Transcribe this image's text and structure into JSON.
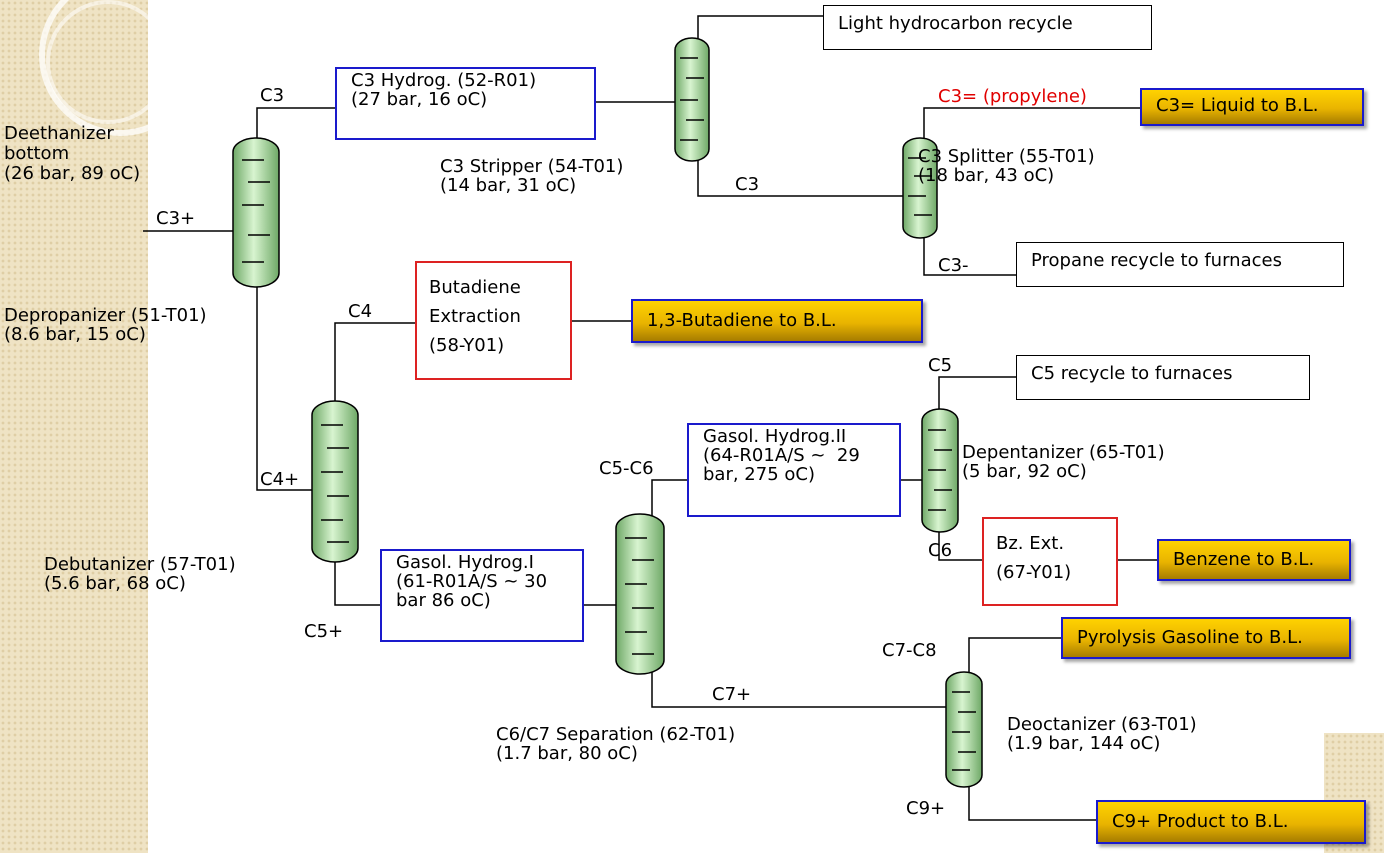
{
  "feed": {
    "name_line1": "Deethanizer",
    "name_line2": "bottom",
    "conditions": "(26 bar, 89 oC)",
    "stream": "C3+"
  },
  "columns": {
    "depropanizer": {
      "name": "Depropanizer (51-T01)",
      "conditions": "(8.6 bar, 15 oC)"
    },
    "c3_stripper": {
      "name": "C3 Stripper (54-T01)",
      "conditions": "(14 bar, 31 oC)"
    },
    "c3_splitter": {
      "name": "C3 Splitter (55-T01)",
      "conditions": "(18 bar, 43 oC)"
    },
    "debutanizer": {
      "name": "Debutanizer (57-T01)",
      "conditions": "(5.6 bar, 68 oC)"
    },
    "c6c7_separation": {
      "name": "C6/C7 Separation (62-T01)",
      "conditions": "(1.7 bar, 80 oC)"
    },
    "depentanizer": {
      "name": "Depentanizer (65-T01)",
      "conditions": "(5 bar, 92 oC)"
    },
    "deoctanizer": {
      "name": "Deoctanizer (63-T01)",
      "conditions": "(1.9 bar, 144 oC)"
    }
  },
  "units": {
    "c3_hydrog": {
      "line1": "C3 Hydrog. (52-R01)",
      "line2": "(27 bar, 16 oC)"
    },
    "butadiene_extraction": {
      "line1": "Butadiene",
      "line2": "Extraction",
      "line3": "(58-Y01)"
    },
    "gasol_hydrog_1": {
      "line1": "Gasol. Hydrog.I",
      "line2": "(61-R01A/S ~ 30",
      "line3": "bar 86 oC)"
    },
    "gasol_hydrog_2": {
      "line1": "Gasol. Hydrog.II",
      "line2": "(64-R01A/S ~  29",
      "line3": "bar, 275 oC)"
    },
    "bz_ext": {
      "line1": "Bz. Ext.",
      "line2": "(67-Y01)"
    }
  },
  "recycles": {
    "light_hydrocarbon": "Light hydrocarbon recycle",
    "propane": "Propane recycle to furnaces",
    "c5": "C5 recycle to furnaces"
  },
  "products": {
    "c3_liquid": "C3= Liquid to B.L.",
    "butadiene": "1,3-Butadiene to B.L.",
    "benzene": "Benzene to B.L.",
    "pyrolysis_gasoline": "Pyrolysis Gasoline to B.L.",
    "c9_product": "C9+ Product to B.L."
  },
  "streams": {
    "c3_top": "C3",
    "c3_stripper_bottom": "C3",
    "c3_propylene": "C3= (propylene)",
    "c3_minus": "C3-",
    "c4": "C4",
    "c4_plus": "C4+",
    "c5_plus": "C5+",
    "c5_c6": "C5-C6",
    "c5": "C5",
    "c6": "C6",
    "c7_plus": "C7+",
    "c7_c8": "C7-C8",
    "c9_plus": "C9+"
  },
  "colors": {
    "column_fill": "#a8dca0",
    "unit_border_blue": "#1a1acc",
    "unit_border_red": "#dd2222",
    "product_gold": "#ffd200",
    "propylene_text": "#e00000",
    "sidebar": "#efe3c4"
  }
}
